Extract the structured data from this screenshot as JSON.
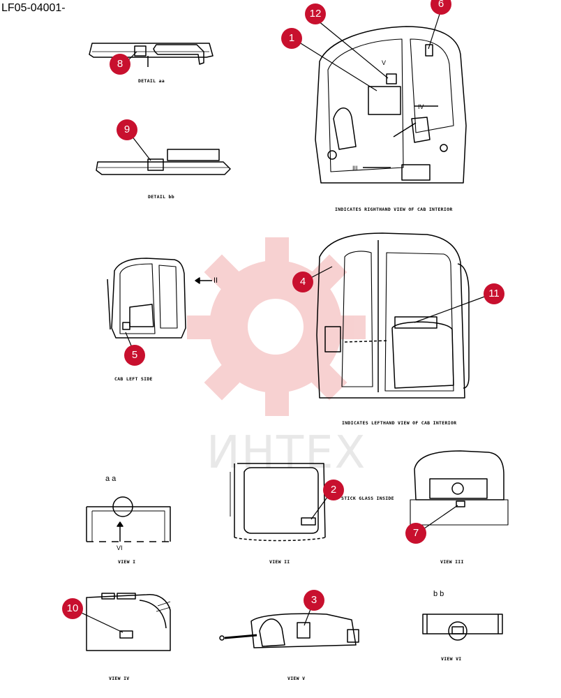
{
  "document_id": "LF05-04001-",
  "watermark_text": "ИНТЕХ",
  "callouts": [
    "1",
    "2",
    "3",
    "4",
    "5",
    "6",
    "7",
    "8",
    "9",
    "10",
    "11",
    "12"
  ],
  "captions": {
    "detail_aa": "DETAIL aa",
    "detail_bb": "DETAIL bb",
    "right_view": "INDICATES RIGHTHAND VIEW OF CAB INTERIOR",
    "left_view": "INDICATES LEFTHAND VIEW OF CAB INTERIOR",
    "cab_left_side": "CAB LEFT SIDE",
    "view_1": "VIEW I",
    "view_2": "VIEW II",
    "view_3": "VIEW III",
    "view_4": "VIEW IV",
    "view_5": "VIEW V",
    "view_6": "VIEW VI",
    "stick_glass": "STICK GLASS INSIDE"
  },
  "labels": {
    "aa": "a a",
    "bb": "b b",
    "roman_2": "II",
    "roman_3": "III",
    "roman_4": "IV",
    "roman_5": "V",
    "roman_6": "VI"
  },
  "colors": {
    "callout": "#c8102e",
    "watermark": "#f3c6c6"
  }
}
